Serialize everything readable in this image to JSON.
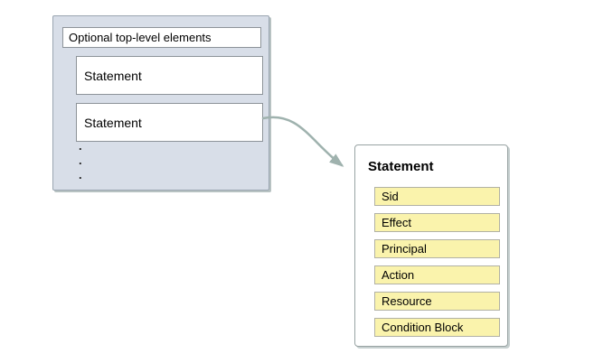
{
  "diagram": {
    "policy_container": {
      "top_box_label": "Optional top-level elements",
      "statement_boxes": [
        "Statement",
        "Statement"
      ],
      "ellipsis_dots": [
        ".",
        ".",
        "."
      ]
    },
    "statement_detail": {
      "title": "Statement",
      "elements": [
        "Sid",
        "Effect",
        "Principal",
        "Action",
        "Resource",
        "Condition Block"
      ]
    },
    "colors": {
      "container_fill": "#d8dee8",
      "container_border": "#9aa5b1",
      "inner_box_fill": "#ffffff",
      "inner_box_border": "#8d9399",
      "detail_box_fill": "#ffffff",
      "detail_box_border": "#98a3a3",
      "element_fill": "#faf3ac",
      "element_border": "#b1b1a5",
      "arrow": "#9fb2ae",
      "text": "#000000"
    }
  }
}
